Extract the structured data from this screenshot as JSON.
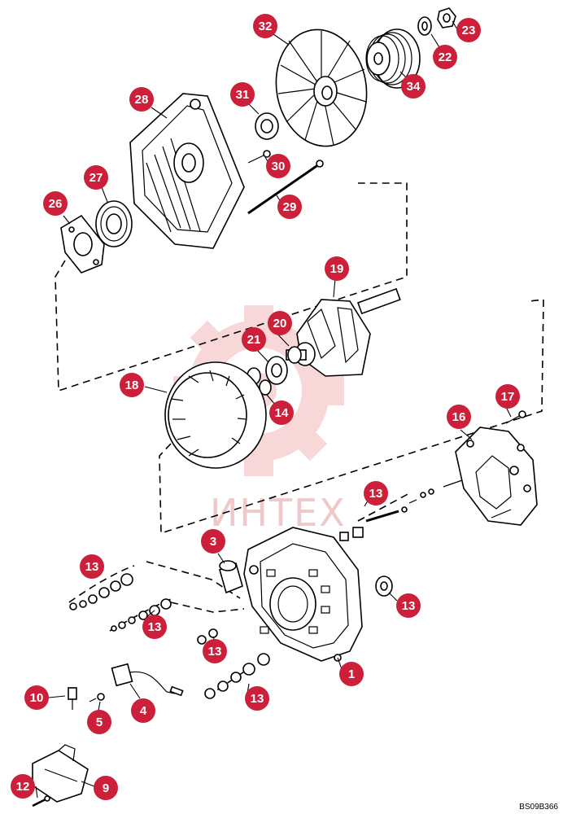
{
  "diagram": {
    "watermark_text": "ИНТЕХ",
    "drawing_code": "BS09B366",
    "callout_color": "#cc1f3a",
    "callouts": [
      "32",
      "23",
      "22",
      "34",
      "28",
      "31",
      "30",
      "27",
      "26",
      "29",
      "19",
      "20",
      "21",
      "18",
      "14",
      "17",
      "16",
      "13",
      "3",
      "1",
      "10",
      "5",
      "4",
      "12",
      "9"
    ]
  }
}
